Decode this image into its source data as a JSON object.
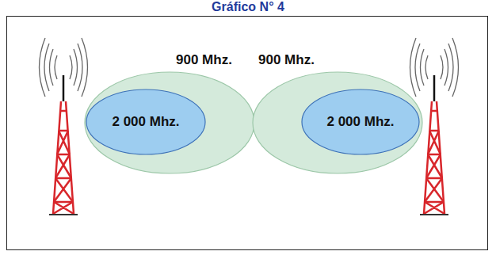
{
  "diagram": {
    "title": "Gráfico N° 4",
    "nodes": [
      {
        "text": [
          "900 Mhz."
        ]
      },
      {
        "text": [
          "2 000 Mhz."
        ],
        "in": 0
      },
      {
        "text": [
          "900 Mhz."
        ]
      },
      {
        "text": [
          "2 000 Mhz."
        ],
        "in": 2
      }
    ]
  }
}
